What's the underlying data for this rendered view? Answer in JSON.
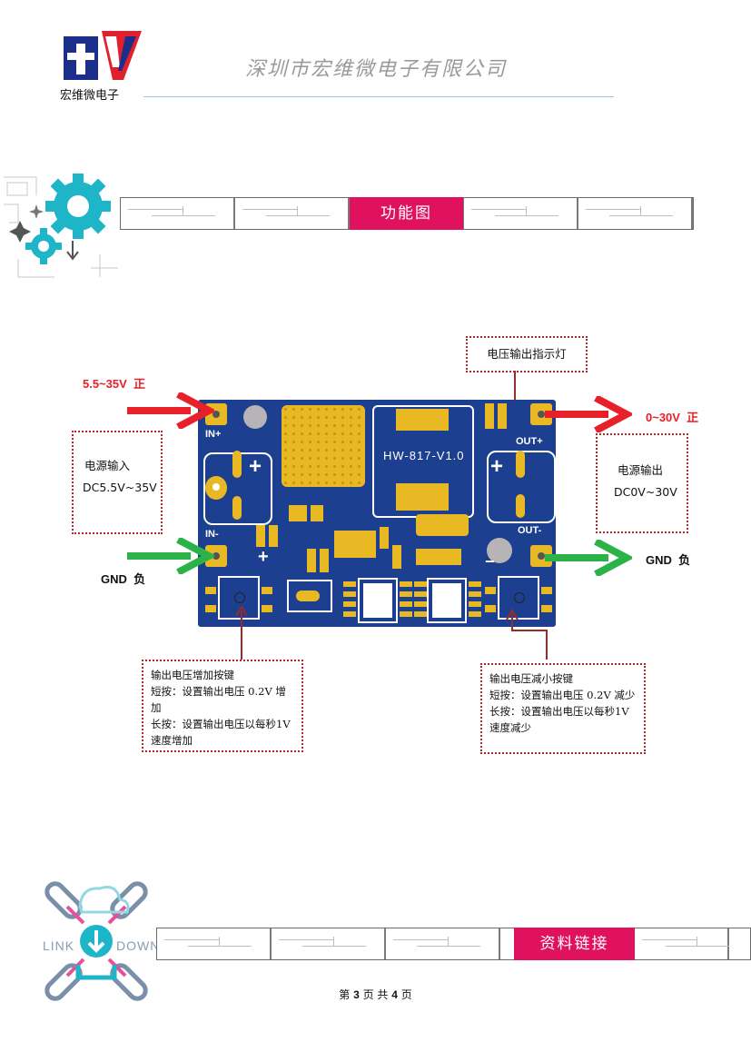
{
  "header": {
    "logo_text": "宏维微电子",
    "company_name": "深圳市宏维微电子有限公司"
  },
  "section_title": "功能图",
  "board": {
    "silk_label": "HW-817-V1.0",
    "in_plus": "IN+",
    "in_minus": "IN-",
    "out_plus": "OUT+",
    "out_minus": "OUT-"
  },
  "labels": {
    "input_positive": "5.5~35V  正",
    "input_negative": "GND  负",
    "output_positive": "0~30V  正",
    "output_negative": "GND  负"
  },
  "boxes": {
    "indicator": "电压输出指示灯",
    "power_input_title": "电源输入",
    "power_input_range": "DC5.5V~35V",
    "power_output_title": "电源输出",
    "power_output_range": "DC0V~30V",
    "increase_note": "输出电压增加按键\n短按：设置输出电压 0.2V 增加\n长按：设置输出电压以每秒1V 速度增加",
    "decrease_note": "输出电压减小按键\n短按：设置输出电压 0.2V 减少\n长按：设置输出电压以每秒1V 速度减少"
  },
  "links": {
    "link_text": "LINK",
    "down_text": "DOWN",
    "title": "资料链接"
  },
  "footer": {
    "prefix": "第",
    "page": "3",
    "middle": "页 共",
    "total": "4",
    "suffix": "页"
  },
  "colors": {
    "banner_accent": "#e0125f",
    "arrow_red": "#e8202a",
    "arrow_green": "#2bb34a",
    "pcb_blue": "#1c3f8f",
    "pad_gold": "#e8b825",
    "box_border": "#b3262a"
  }
}
